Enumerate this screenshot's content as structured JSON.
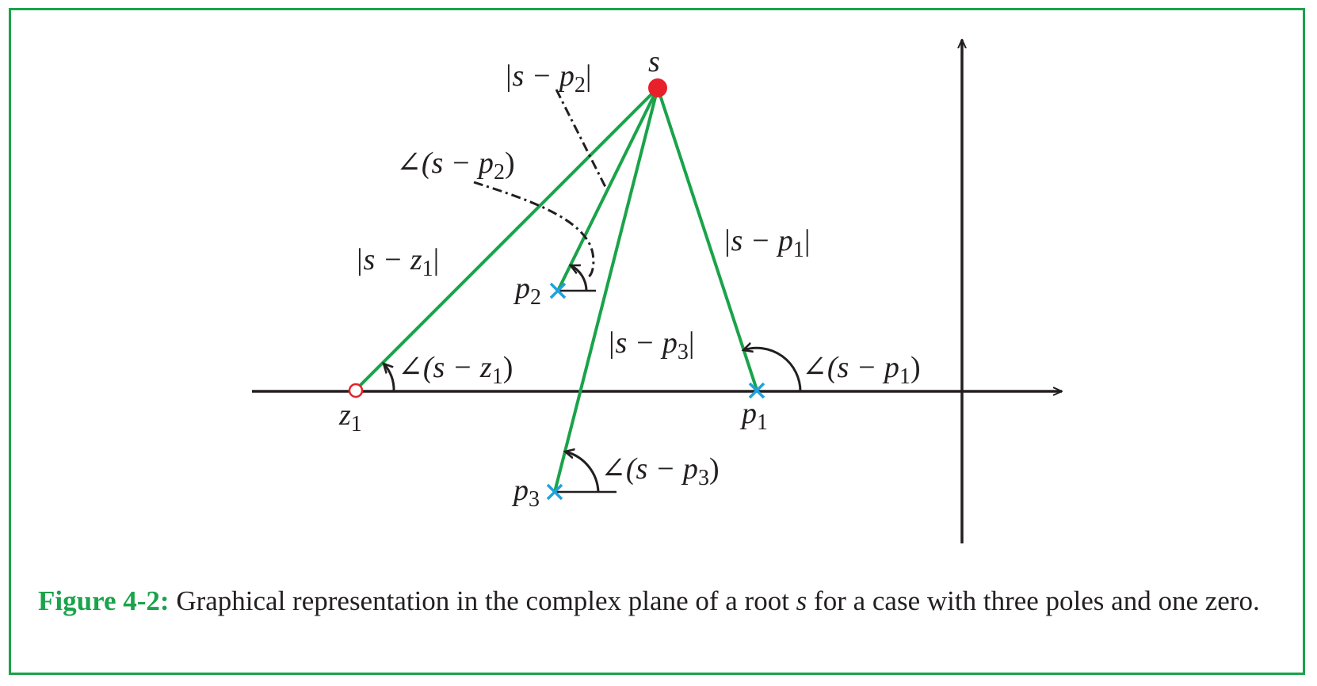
{
  "figure": {
    "label": "Figure 4-2:",
    "caption_part1": " Graphical representation in the complex plane of a root ",
    "caption_var": "s",
    "caption_part2": " for a case with three poles and one zero."
  },
  "diagram": {
    "root_label": "s",
    "zero_label": "z",
    "zero_sub": "1",
    "pole_labels": [
      {
        "name": "p",
        "sub": "1"
      },
      {
        "name": "p",
        "sub": "2"
      },
      {
        "name": "p",
        "sub": "3"
      }
    ],
    "magnitude_labels": [
      {
        "pre": "|s − z",
        "sub": "1",
        "post": "|"
      },
      {
        "pre": "|s − p",
        "sub": "1",
        "post": "|"
      },
      {
        "pre": "|s − p",
        "sub": "2",
        "post": "|"
      },
      {
        "pre": "|s − p",
        "sub": "3",
        "post": "|"
      }
    ],
    "angle_labels": [
      {
        "pre": "∠(s − z",
        "sub": "1",
        "post": ")"
      },
      {
        "pre": "∠(s − p",
        "sub": "1",
        "post": ")"
      },
      {
        "pre": "∠(s − p",
        "sub": "2",
        "post": ")"
      },
      {
        "pre": "∠(s − p",
        "sub": "3",
        "post": ")"
      }
    ],
    "colors": {
      "vector": "#1aa34a",
      "root": "#e8202a",
      "zero": "#e8202a",
      "pole": "#1fa2dc",
      "axis": "#231f20",
      "frame": "#1aa34a"
    }
  }
}
